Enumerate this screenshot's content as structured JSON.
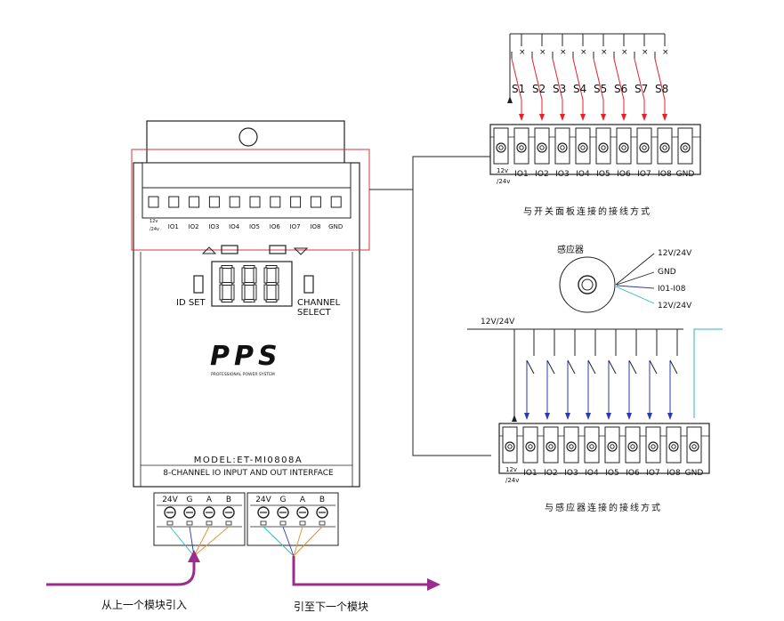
{
  "device": {
    "brand": "PPS",
    "brand_sub": "PROFESSIONAL POWER SYSTEM",
    "model": "MODEL:ET-MI0808A",
    "description": "8-CHANNEL IO INPUT AND OUT INTERFACE",
    "id_set_label": "ID SET",
    "channel_select_label": "CHANNEL SELECT",
    "display_digits": "888",
    "io_terminal_labels": [
      "12v/24v",
      "IO1",
      "IO2",
      "IO3",
      "IO4",
      "IO5",
      "IO6",
      "IO7",
      "IO8",
      "GND"
    ],
    "bus_terminal_labels": [
      "24V",
      "G",
      "A",
      "B",
      "24V",
      "G",
      "A",
      "B"
    ],
    "bus_in_label": "从上一个模块引入",
    "bus_out_label": "引至下一个模块"
  },
  "switch_panel": {
    "caption": "与开关面板连接的接线方式",
    "switch_labels": [
      "S1",
      "S2",
      "S3",
      "S4",
      "S5",
      "S6",
      "S7",
      "S8"
    ],
    "terminal_labels": [
      "12v/24v",
      "IO1",
      "IO2",
      "IO3",
      "IO4",
      "IO5",
      "IO6",
      "IO7",
      "IO8",
      "GND"
    ]
  },
  "sensor": {
    "title": "感应器",
    "wires": [
      "12V/24V",
      "GND",
      "I01-I08",
      "12V/24V"
    ],
    "caption": "与感应器连接的接线方式",
    "supply_label": "12V/24V",
    "terminal_labels": [
      "12v/24v",
      "IO1",
      "IO2",
      "IO3",
      "IO4",
      "IO5",
      "IO6",
      "IO7",
      "IO8",
      "GND"
    ]
  },
  "colors": {
    "switch_wire": "#e8202a",
    "sensor_wire": "#2a3bb0",
    "gnd_wire": "#27b7c4",
    "highlight_box": "#d9343b",
    "bus_arrow": "#9a2d8e"
  }
}
